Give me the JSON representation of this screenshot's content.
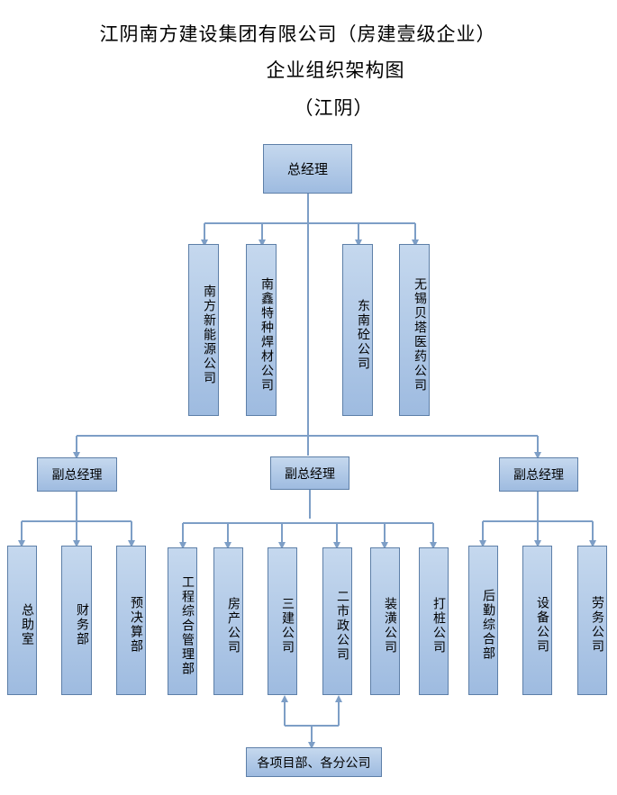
{
  "titles": {
    "line1": "江阴南方建设集团有限公司（房建壹级企业）",
    "line2": "企业组织架构图",
    "line3": "（江阴）"
  },
  "nodes": {
    "gm": "总经理",
    "sub1": "南方新能源公司",
    "sub2": "南鑫特种焊材公司",
    "sub3": "东南砼公司",
    "sub4": "无锡贝塔医药公司",
    "dgm_left": "副总经理",
    "dgm_mid": "副总经理",
    "dgm_right": "副总经理",
    "l1": "总助室",
    "l2": "财务部",
    "l3": "预决算部",
    "m1": "工程综合管理部",
    "m2": "房产公司",
    "m3": "三建公司",
    "m4": "二市政公司",
    "m5": "装潢公司",
    "m6": "打桩公司",
    "r1": "后勤综合部",
    "r2": "设备公司",
    "r3": "劳务公司",
    "bottom": "各项目部、各分公司"
  },
  "colors": {
    "box_fill_top": "#c5d8ee",
    "box_fill_bottom": "#9ebbe0",
    "box_border": "#5d7fa8",
    "connector": "#7d9ec6"
  }
}
